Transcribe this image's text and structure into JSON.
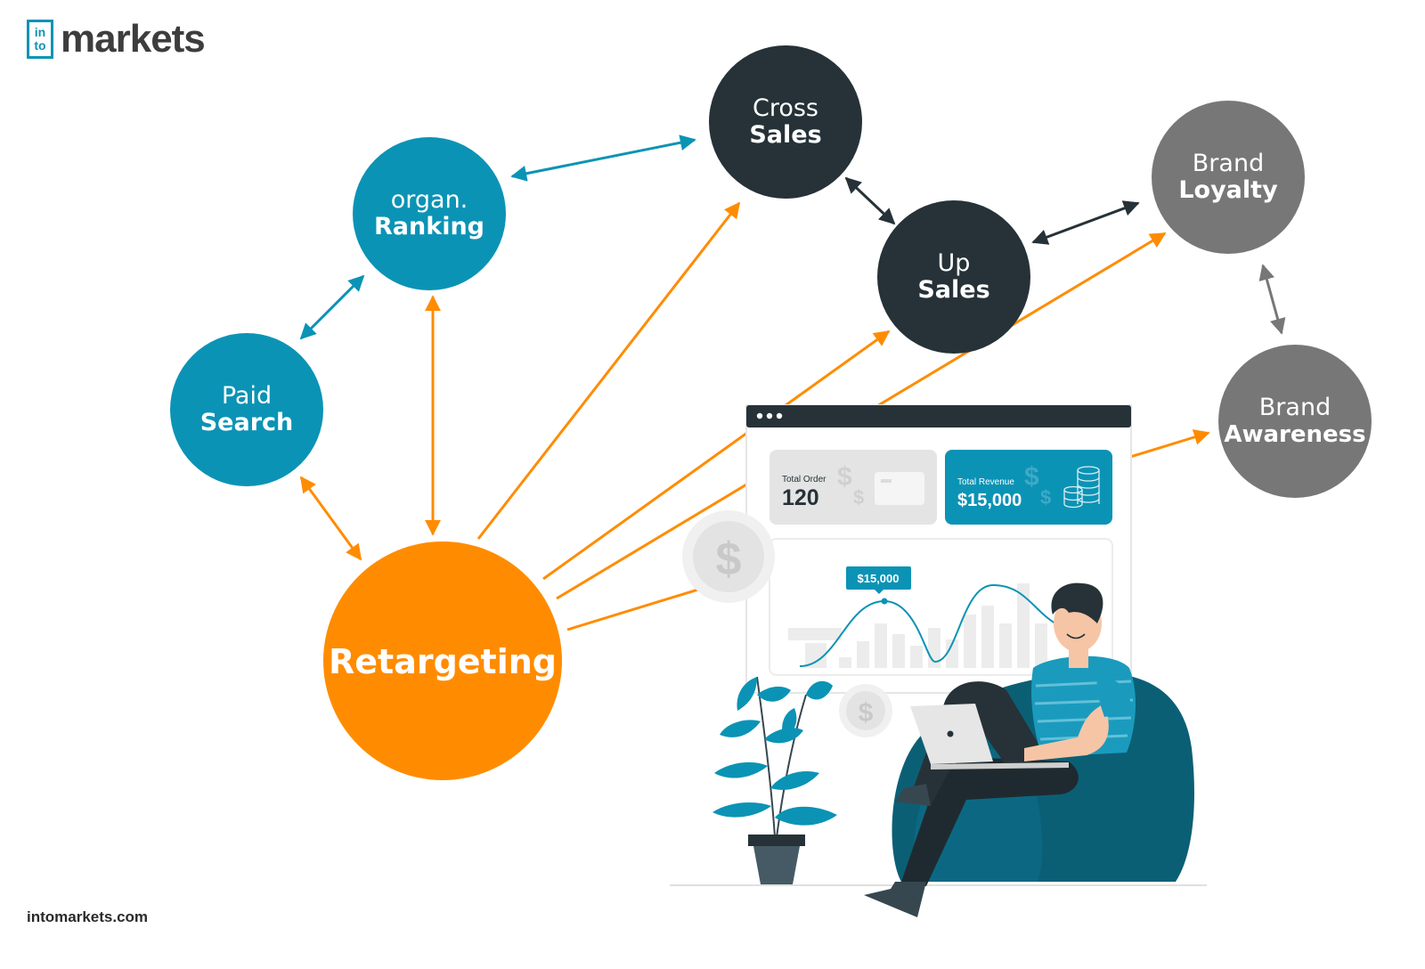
{
  "brand": {
    "logo_small_top": "in",
    "logo_small_bottom": "to",
    "logo_text": "markets",
    "footer": "intomarkets.com",
    "colors": {
      "teal": "#0b93b5",
      "dark": "#263238",
      "grey": "#777777",
      "orange": "#ff8c00"
    }
  },
  "nodes": {
    "organic_ranking": {
      "line1": "organ.",
      "line2": "Ranking"
    },
    "paid_search": {
      "line1": "Paid",
      "line2": "Search"
    },
    "cross_sales": {
      "line1": "Cross",
      "line2": "Sales"
    },
    "up_sales": {
      "line1": "Up",
      "line2": "Sales"
    },
    "brand_loyalty": {
      "line1": "Brand",
      "line2": "Loyalty"
    },
    "brand_awareness": {
      "line1": "Brand",
      "line2": "Awareness"
    },
    "retargeting": {
      "label": "Retargeting"
    }
  },
  "dashboard": {
    "total_order_label": "Total Order",
    "total_order_value": "120",
    "total_revenue_label": "Total Revenue",
    "total_revenue_value": "$15,000",
    "chart_tooltip": "$15,000",
    "coin_symbol": "$"
  }
}
